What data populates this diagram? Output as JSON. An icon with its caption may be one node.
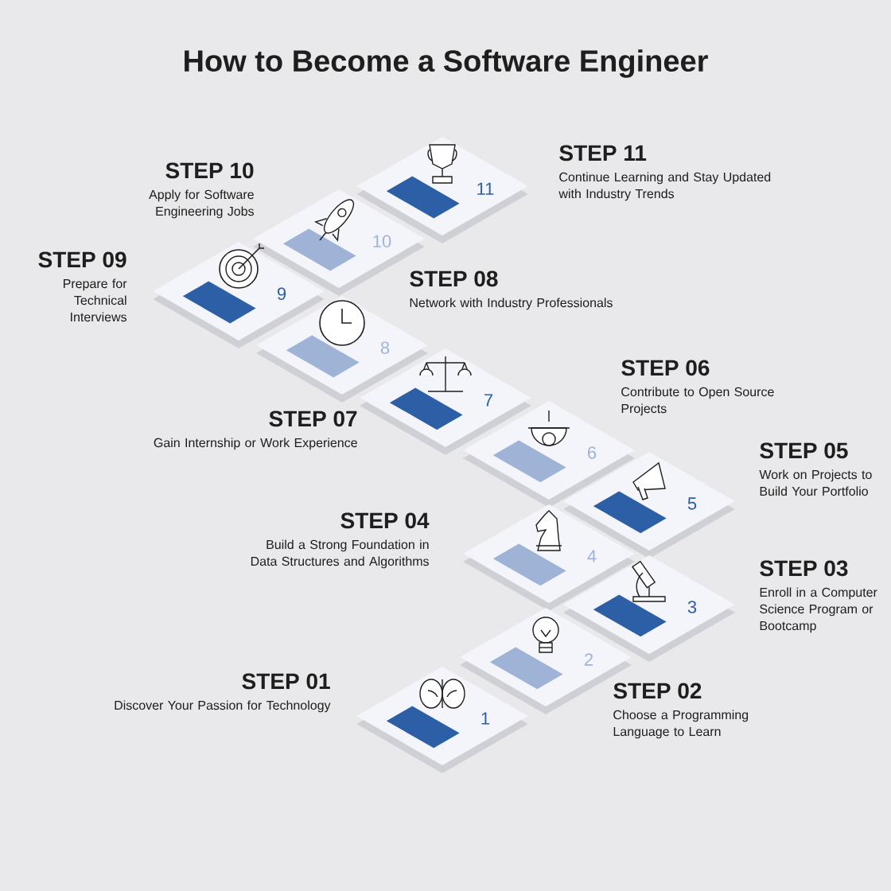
{
  "diagram": {
    "title": "How to Become a Software Engineer",
    "nodes": [
      {
        "text": [
          "1"
        ],
        "beside": [
          "STEP 01",
          "Discover Your Passion for Technology"
        ]
      },
      {
        "text": [
          "2"
        ],
        "beside": [
          "STEP 02",
          "Choose a Programming Language to Learn"
        ]
      },
      {
        "text": [
          "3"
        ],
        "beside": [
          "STEP 03",
          "Enroll in a Computer Science Program or Bootcamp"
        ]
      },
      {
        "text": [
          "4"
        ],
        "beside": [
          "STEP 04",
          "Build a Strong Foundation in Data Structures and Algorithms"
        ]
      },
      {
        "text": [
          "5"
        ],
        "beside": [
          "STEP 05",
          "Work on Projects to Build Your Portfolio"
        ]
      },
      {
        "text": [
          "6"
        ],
        "beside": [
          "STEP 06",
          "Contribute to Open Source Projects"
        ]
      },
      {
        "text": [
          "7"
        ],
        "beside": [
          "STEP 07",
          "Gain Internship or Work Experience"
        ]
      },
      {
        "text": [
          "8"
        ],
        "beside": [
          "STEP 08",
          "Network with Industry Professionals"
        ]
      },
      {
        "text": [
          "9"
        ],
        "beside": [
          "STEP 09",
          "Prepare for Technical Interviews"
        ]
      },
      {
        "text": [
          "10"
        ],
        "beside": [
          "STEP 10",
          "Apply for Software Engineering Jobs"
        ]
      },
      {
        "text": [
          "11"
        ],
        "beside": [
          "STEP 11",
          "Continue Learning and Stay Updated with Industry Trends"
        ]
      }
    ]
  }
}
